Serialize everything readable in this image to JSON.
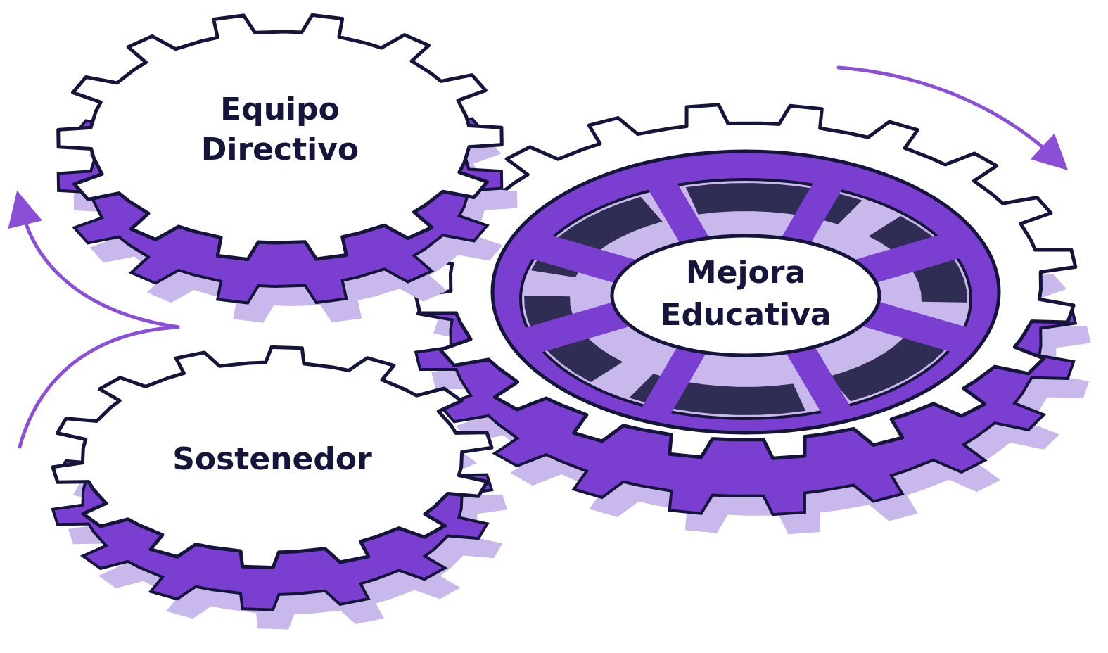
{
  "colors": {
    "purple": "#7a3fd0",
    "dark": "#15143a",
    "shadow": "#c9b8ec",
    "face": "#ffffff",
    "arrow": "#8a4fd6"
  },
  "gears": {
    "equipo": {
      "line1": "Equipo",
      "line2": "Directivo"
    },
    "sostenedor": {
      "line1": "Sostenedor"
    },
    "mejora": {
      "line1": "Mejora",
      "line2": "Educativa"
    }
  },
  "arrows": {
    "left": "curved-arrow-up",
    "right": "curved-arrow-down"
  }
}
